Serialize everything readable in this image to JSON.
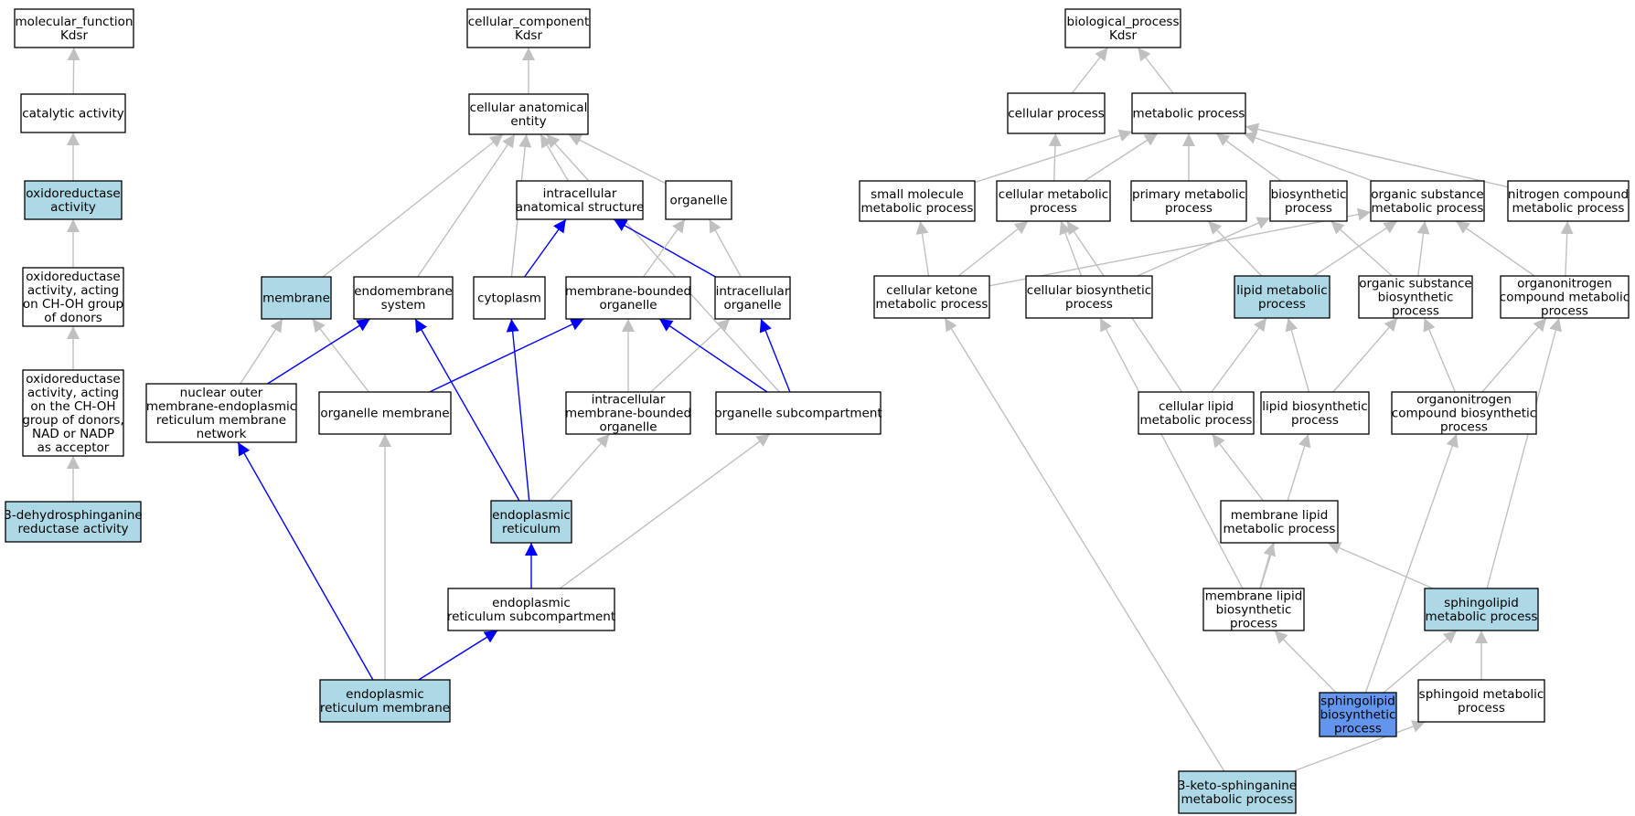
{
  "colors": {
    "node_default": "#ffffff",
    "node_highlight": "#add8e6",
    "node_focus": "#6495ed",
    "edge_default": "#c0c0c0",
    "edge_highlight": "#0000ff"
  },
  "nodes": [
    {
      "id": "mf_root",
      "lines": [
        "molecular_function",
        "Kdsr"
      ],
      "fill": "white"
    },
    {
      "id": "catalytic",
      "lines": [
        "catalytic activity"
      ],
      "fill": "white"
    },
    {
      "id": "oxidoreductase",
      "lines": [
        "oxidoreductase",
        "activity"
      ],
      "fill": "highlight"
    },
    {
      "id": "oxido_choh",
      "lines": [
        "oxidoreductase",
        "activity, acting",
        "on CH-OH group",
        "of donors"
      ],
      "fill": "white"
    },
    {
      "id": "oxido_nadp",
      "lines": [
        "oxidoreductase",
        "activity, acting",
        "on the CH-OH",
        "group of donors,",
        "NAD or NADP",
        "as acceptor"
      ],
      "fill": "white"
    },
    {
      "id": "dehydro",
      "lines": [
        "3-dehydrosphinganine",
        "reductase activity"
      ],
      "fill": "highlight"
    },
    {
      "id": "cc_root",
      "lines": [
        "cellular_component",
        "Kdsr"
      ],
      "fill": "white"
    },
    {
      "id": "cae",
      "lines": [
        "cellular anatomical",
        "entity"
      ],
      "fill": "white"
    },
    {
      "id": "ias",
      "lines": [
        "intracellular",
        "anatomical structure"
      ],
      "fill": "white"
    },
    {
      "id": "organelle",
      "lines": [
        "organelle"
      ],
      "fill": "white"
    },
    {
      "id": "membrane",
      "lines": [
        "membrane"
      ],
      "fill": "highlight"
    },
    {
      "id": "endomembrane",
      "lines": [
        "endomembrane",
        "system"
      ],
      "fill": "white"
    },
    {
      "id": "cytoplasm",
      "lines": [
        "cytoplasm"
      ],
      "fill": "white"
    },
    {
      "id": "mbo",
      "lines": [
        "membrane-bounded",
        "organelle"
      ],
      "fill": "white"
    },
    {
      "id": "io",
      "lines": [
        "intracellular",
        "organelle"
      ],
      "fill": "white"
    },
    {
      "id": "nuclear_outer",
      "lines": [
        "nuclear outer",
        "membrane-endoplasmic",
        "reticulum membrane",
        "network"
      ],
      "fill": "white"
    },
    {
      "id": "org_membrane",
      "lines": [
        "organelle membrane"
      ],
      "fill": "white"
    },
    {
      "id": "imbo",
      "lines": [
        "intracellular",
        "membrane-bounded",
        "organelle"
      ],
      "fill": "white"
    },
    {
      "id": "org_subcomp",
      "lines": [
        "organelle subcompartment"
      ],
      "fill": "white"
    },
    {
      "id": "er",
      "lines": [
        "endoplasmic",
        "reticulum"
      ],
      "fill": "highlight"
    },
    {
      "id": "er_subcomp",
      "lines": [
        "endoplasmic",
        "reticulum subcompartment"
      ],
      "fill": "white"
    },
    {
      "id": "er_membrane",
      "lines": [
        "endoplasmic",
        "reticulum membrane"
      ],
      "fill": "highlight"
    },
    {
      "id": "bp_root",
      "lines": [
        "biological_process",
        "Kdsr"
      ],
      "fill": "white"
    },
    {
      "id": "cell_process",
      "lines": [
        "cellular process"
      ],
      "fill": "white"
    },
    {
      "id": "metabolic",
      "lines": [
        "metabolic process"
      ],
      "fill": "white"
    },
    {
      "id": "small_mol",
      "lines": [
        "small molecule",
        "metabolic process"
      ],
      "fill": "white"
    },
    {
      "id": "cell_metab",
      "lines": [
        "cellular metabolic",
        "process"
      ],
      "fill": "white"
    },
    {
      "id": "primary_metab",
      "lines": [
        "primary metabolic",
        "process"
      ],
      "fill": "white"
    },
    {
      "id": "biosynthetic",
      "lines": [
        "biosynthetic",
        "process"
      ],
      "fill": "white"
    },
    {
      "id": "org_sub_metab",
      "lines": [
        "organic substance",
        "metabolic process"
      ],
      "fill": "white"
    },
    {
      "id": "nitrogen",
      "lines": [
        "nitrogen compound",
        "metabolic process"
      ],
      "fill": "white"
    },
    {
      "id": "ketone",
      "lines": [
        "cellular ketone",
        "metabolic process"
      ],
      "fill": "white"
    },
    {
      "id": "cell_biosyn",
      "lines": [
        "cellular biosynthetic",
        "process"
      ],
      "fill": "white"
    },
    {
      "id": "lipid_metab",
      "lines": [
        "lipid metabolic",
        "process"
      ],
      "fill": "highlight"
    },
    {
      "id": "org_sub_biosyn",
      "lines": [
        "organic substance",
        "biosynthetic",
        "process"
      ],
      "fill": "white"
    },
    {
      "id": "organonitrogen",
      "lines": [
        "organonitrogen",
        "compound metabolic",
        "process"
      ],
      "fill": "white"
    },
    {
      "id": "cell_lipid",
      "lines": [
        "cellular lipid",
        "metabolic process"
      ],
      "fill": "white"
    },
    {
      "id": "lipid_biosyn",
      "lines": [
        "lipid biosynthetic",
        "process"
      ],
      "fill": "white"
    },
    {
      "id": "organonitrogen_biosyn",
      "lines": [
        "organonitrogen",
        "compound biosynthetic",
        "process"
      ],
      "fill": "white"
    },
    {
      "id": "mem_lipid_metab",
      "lines": [
        "membrane lipid",
        "metabolic process"
      ],
      "fill": "white"
    },
    {
      "id": "mem_lipid_biosyn",
      "lines": [
        "membrane lipid",
        "biosynthetic",
        "process"
      ],
      "fill": "white"
    },
    {
      "id": "sphingolipid_metab",
      "lines": [
        "sphingolipid",
        "metabolic process"
      ],
      "fill": "highlight"
    },
    {
      "id": "sphingolipid_biosyn",
      "lines": [
        "sphingolipid",
        "biosynthetic",
        "process"
      ],
      "fill": "focus"
    },
    {
      "id": "sphingoid",
      "lines": [
        "sphingoid metabolic",
        "process"
      ],
      "fill": "white"
    },
    {
      "id": "keto_sphinganine",
      "lines": [
        "3-keto-sphinganine",
        "metabolic process"
      ],
      "fill": "highlight"
    }
  ],
  "edges": [
    {
      "from": "catalytic",
      "to": "mf_root",
      "style": "default"
    },
    {
      "from": "oxidoreductase",
      "to": "catalytic",
      "style": "default"
    },
    {
      "from": "oxido_choh",
      "to": "oxidoreductase",
      "style": "default"
    },
    {
      "from": "oxido_nadp",
      "to": "oxido_choh",
      "style": "default"
    },
    {
      "from": "dehydro",
      "to": "oxido_nadp",
      "style": "default"
    },
    {
      "from": "cae",
      "to": "cc_root",
      "style": "default"
    },
    {
      "from": "ias",
      "to": "cae",
      "style": "default"
    },
    {
      "from": "organelle",
      "to": "cae",
      "style": "default"
    },
    {
      "from": "membrane",
      "to": "cae",
      "style": "default"
    },
    {
      "from": "endomembrane",
      "to": "cae",
      "style": "default"
    },
    {
      "from": "cytoplasm",
      "to": "cae",
      "style": "default"
    },
    {
      "from": "org_subcomp",
      "to": "cae",
      "style": "default"
    },
    {
      "from": "cytoplasm",
      "to": "ias",
      "style": "highlight"
    },
    {
      "from": "io",
      "to": "ias",
      "style": "highlight"
    },
    {
      "from": "mbo",
      "to": "organelle",
      "style": "default"
    },
    {
      "from": "io",
      "to": "organelle",
      "style": "default"
    },
    {
      "from": "nuclear_outer",
      "to": "membrane",
      "style": "default"
    },
    {
      "from": "org_membrane",
      "to": "membrane",
      "style": "default"
    },
    {
      "from": "nuclear_outer",
      "to": "endomembrane",
      "style": "highlight"
    },
    {
      "from": "org_membrane",
      "to": "mbo",
      "style": "highlight"
    },
    {
      "from": "imbo",
      "to": "mbo",
      "style": "default"
    },
    {
      "from": "imbo",
      "to": "io",
      "style": "default"
    },
    {
      "from": "org_subcomp",
      "to": "mbo",
      "style": "highlight"
    },
    {
      "from": "org_subcomp",
      "to": "io",
      "style": "highlight"
    },
    {
      "from": "er",
      "to": "endomembrane",
      "style": "highlight"
    },
    {
      "from": "er",
      "to": "cytoplasm",
      "style": "highlight"
    },
    {
      "from": "er",
      "to": "imbo",
      "style": "default"
    },
    {
      "from": "er_subcomp",
      "to": "er",
      "style": "highlight"
    },
    {
      "from": "er_subcomp",
      "to": "org_subcomp",
      "style": "default"
    },
    {
      "from": "er_membrane",
      "to": "nuclear_outer",
      "style": "highlight"
    },
    {
      "from": "er_membrane",
      "to": "org_membrane",
      "style": "default"
    },
    {
      "from": "er_membrane",
      "to": "er_subcomp",
      "style": "highlight"
    },
    {
      "from": "cell_process",
      "to": "bp_root",
      "style": "default"
    },
    {
      "from": "metabolic",
      "to": "bp_root",
      "style": "default"
    },
    {
      "from": "small_mol",
      "to": "metabolic",
      "style": "default"
    },
    {
      "from": "cell_metab",
      "to": "metabolic",
      "style": "default"
    },
    {
      "from": "cell_metab",
      "to": "cell_process",
      "style": "default"
    },
    {
      "from": "primary_metab",
      "to": "metabolic",
      "style": "default"
    },
    {
      "from": "biosynthetic",
      "to": "metabolic",
      "style": "default"
    },
    {
      "from": "org_sub_metab",
      "to": "metabolic",
      "style": "default"
    },
    {
      "from": "nitrogen",
      "to": "metabolic",
      "style": "default"
    },
    {
      "from": "ketone",
      "to": "small_mol",
      "style": "default"
    },
    {
      "from": "ketone",
      "to": "cell_metab",
      "style": "default"
    },
    {
      "from": "ketone",
      "to": "org_sub_metab",
      "style": "default"
    },
    {
      "from": "cell_biosyn",
      "to": "cell_metab",
      "style": "default"
    },
    {
      "from": "cell_biosyn",
      "to": "biosynthetic",
      "style": "default"
    },
    {
      "from": "lipid_metab",
      "to": "primary_metab",
      "style": "default"
    },
    {
      "from": "lipid_metab",
      "to": "org_sub_metab",
      "style": "default"
    },
    {
      "from": "org_sub_biosyn",
      "to": "biosynthetic",
      "style": "default"
    },
    {
      "from": "org_sub_biosyn",
      "to": "org_sub_metab",
      "style": "default"
    },
    {
      "from": "organonitrogen",
      "to": "org_sub_metab",
      "style": "default"
    },
    {
      "from": "organonitrogen",
      "to": "nitrogen",
      "style": "default"
    },
    {
      "from": "cell_lipid",
      "to": "lipid_metab",
      "style": "default"
    },
    {
      "from": "cell_lipid",
      "to": "cell_metab",
      "style": "default"
    },
    {
      "from": "lipid_biosyn",
      "to": "lipid_metab",
      "style": "default"
    },
    {
      "from": "lipid_biosyn",
      "to": "org_sub_biosyn",
      "style": "default"
    },
    {
      "from": "organonitrogen_biosyn",
      "to": "org_sub_biosyn",
      "style": "default"
    },
    {
      "from": "organonitrogen_biosyn",
      "to": "organonitrogen",
      "style": "default"
    },
    {
      "from": "mem_lipid_metab",
      "to": "cell_lipid",
      "style": "default"
    },
    {
      "from": "mem_lipid_biosyn",
      "to": "mem_lipid_metab",
      "style": "default"
    },
    {
      "from": "mem_lipid_biosyn",
      "to": "cell_biosyn",
      "style": "default"
    },
    {
      "from": "mem_lipid_biosyn",
      "to": "lipid_biosyn",
      "style": "default"
    },
    {
      "from": "sphingolipid_metab",
      "to": "mem_lipid_metab",
      "style": "default"
    },
    {
      "from": "sphingolipid_metab",
      "to": "organonitrogen",
      "style": "default"
    },
    {
      "from": "sphingolipid_biosyn",
      "to": "mem_lipid_biosyn",
      "style": "default"
    },
    {
      "from": "sphingolipid_biosyn",
      "to": "sphingolipid_metab",
      "style": "default"
    },
    {
      "from": "sphingolipid_biosyn",
      "to": "organonitrogen_biosyn",
      "style": "default"
    },
    {
      "from": "sphingoid",
      "to": "sphingolipid_metab",
      "style": "default"
    },
    {
      "from": "keto_sphinganine",
      "to": "sphingoid",
      "style": "default"
    },
    {
      "from": "keto_sphinganine",
      "to": "ketone",
      "style": "default"
    }
  ]
}
